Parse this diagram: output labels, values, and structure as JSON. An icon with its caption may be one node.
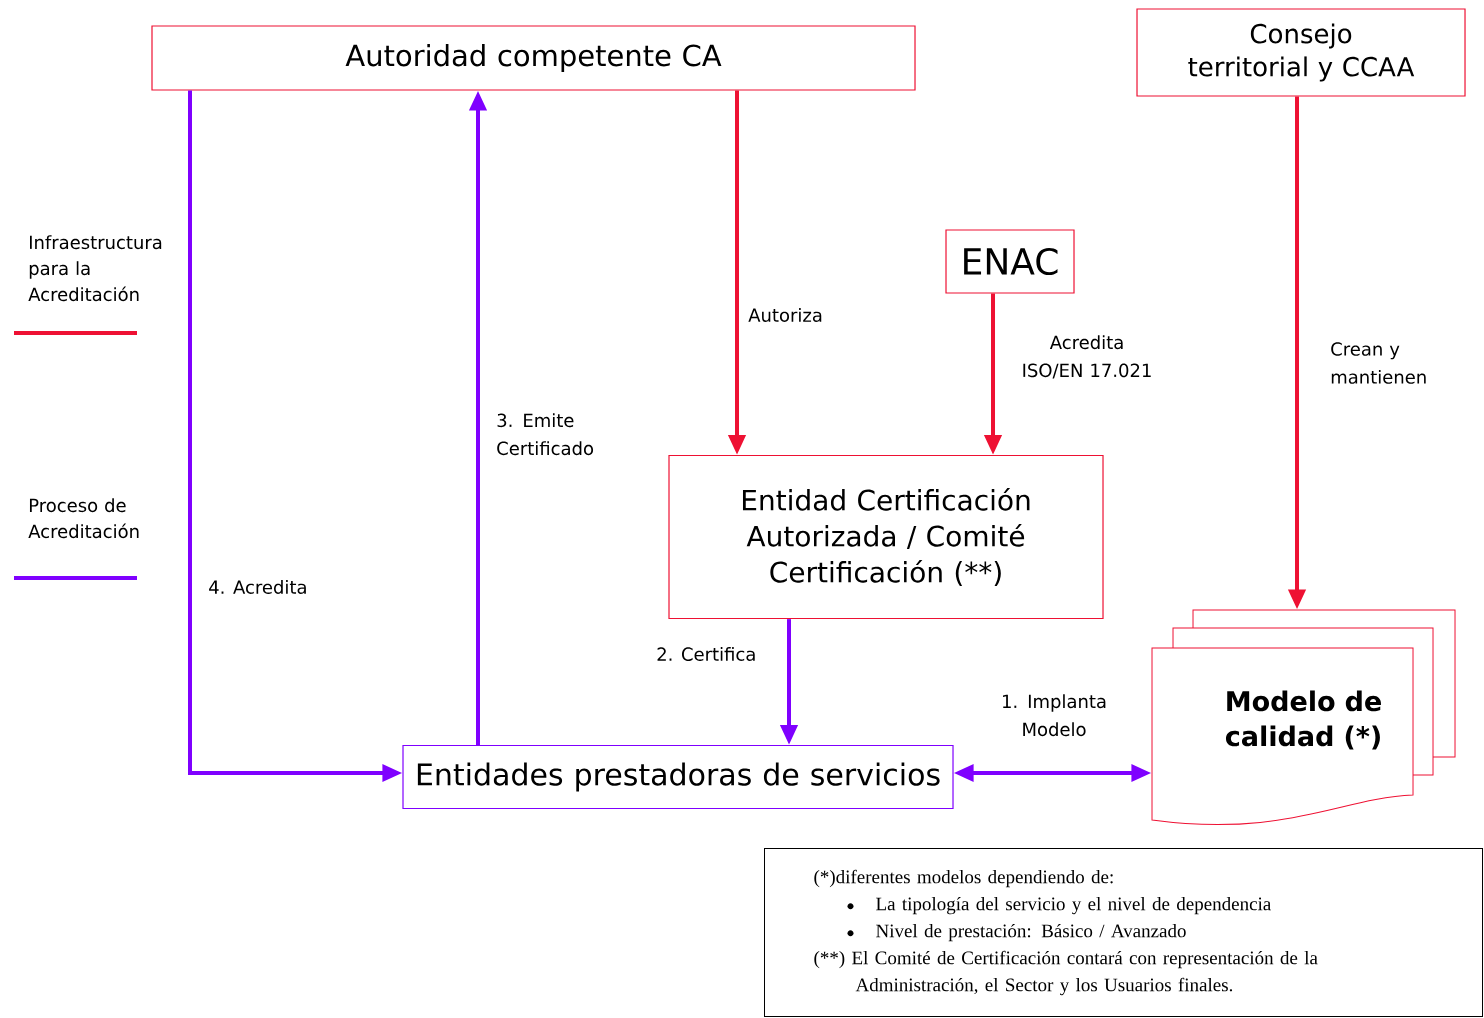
{
  "diagram": {
    "nodes": [
      {
        "text": [
          "Autoridad competente CA"
        ]
      },
      {
        "text": [
          "Consejo territorial y CCAA"
        ]
      },
      {
        "text": [
          "ENAC"
        ]
      },
      {
        "text": [
          "Entidad Certificación Autorizada / Comité Certificación (**)"
        ]
      },
      {
        "text": [
          "Entidades prestadoras de servicios"
        ]
      },
      {
        "text": [
          "Modelo de calidad (*)"
        ]
      },
      {
        "text": [
          "(*)diferentes modelos dependiendo de:",
          "La tipología del servicio y el nivel de dependencia",
          "Nivel de prestación: Básico / Avanzado",
          "(**) El Comité de Certificación contará con representación de la Administración, el Sector y los Usuarios finales."
        ]
      }
    ],
    "edges": [
      {
        "from": 0,
        "to": 3,
        "arrow": "to",
        "label": "Autoriza",
        "color": "#ee1133"
      },
      {
        "from": 2,
        "to": 3,
        "arrow": "to",
        "label": "Acredita ISO/EN 17.021",
        "color": "#ee1133"
      },
      {
        "from": 1,
        "to": 5,
        "arrow": "to",
        "label": "Crean y mantienen",
        "color": "#ee1133"
      },
      {
        "from": 3,
        "to": 4,
        "arrow": "to",
        "label": "2. Certifica",
        "color": "#7f00ff"
      },
      {
        "from": 4,
        "to": 0,
        "arrow": "to",
        "label": "3. Emite Certificado",
        "color": "#7f00ff"
      },
      {
        "from": 0,
        "to": 4,
        "arrow": "to",
        "label": "4. Acredita",
        "color": "#7f00ff"
      },
      {
        "from": 4,
        "to": 5,
        "arrow": "both",
        "label": "1. Implanta Modelo",
        "color": "#7f00ff"
      }
    ],
    "legend": [
      {
        "text": "Infraestructura para la Acreditación"
      },
      {
        "text": "Proceso de Acreditación"
      }
    ]
  }
}
